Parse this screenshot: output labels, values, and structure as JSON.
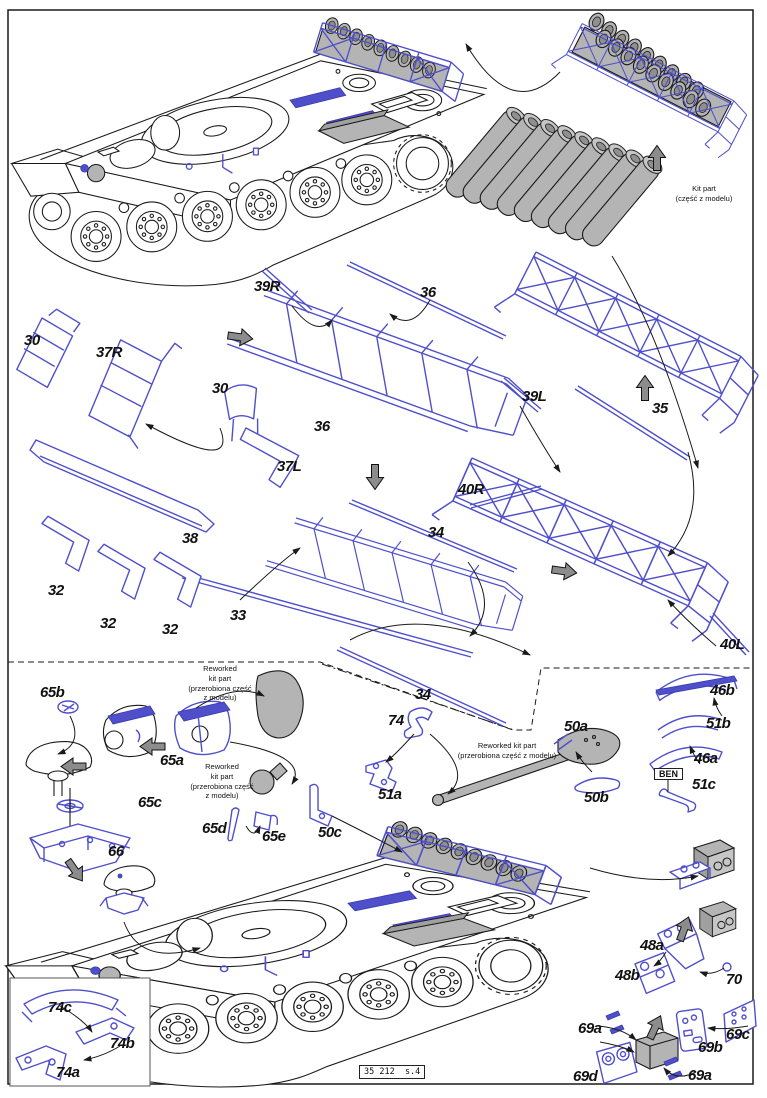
{
  "page": {
    "sheet_code": "35 212  s.4"
  },
  "labels": {
    "p30": "30",
    "p32": "32",
    "p33": "33",
    "p34": "34",
    "p35": "35",
    "p36": "36",
    "p37R": "37R",
    "p37L": "37L",
    "p38": "38",
    "p39R": "39R",
    "p39L": "39L",
    "p40R": "40R",
    "p40L": "40L",
    "p46a": "46a",
    "p46b": "46b",
    "p48a": "48a",
    "p48b": "48b",
    "p50a": "50a",
    "p50b": "50b",
    "p50c": "50c",
    "p51a": "51a",
    "p51b": "51b",
    "p51c": "51c",
    "p65a": "65a",
    "p65b": "65b",
    "p65c": "65c",
    "p65d": "65d",
    "p65e": "65e",
    "p66": "66",
    "p69a": "69a",
    "p69b": "69b",
    "p69c": "69c",
    "p69d": "69d",
    "p70": "70",
    "p74": "74",
    "p74a": "74a",
    "p74b": "74b",
    "p74c": "74c"
  },
  "notes": {
    "kit_part": "Kit part\n(część z modelu)",
    "reworked_stacked": "Reworked\nkit part\n(przerobiona część\nz modelu)",
    "reworked_wide": "Reworked kit part\n(przerobiona część z modelu)",
    "ben": "BEN"
  },
  "colors": {
    "pe_blue": "#4f4fcc",
    "kit_gray": "#b4b4b4",
    "ink": "#1a1a1a"
  }
}
